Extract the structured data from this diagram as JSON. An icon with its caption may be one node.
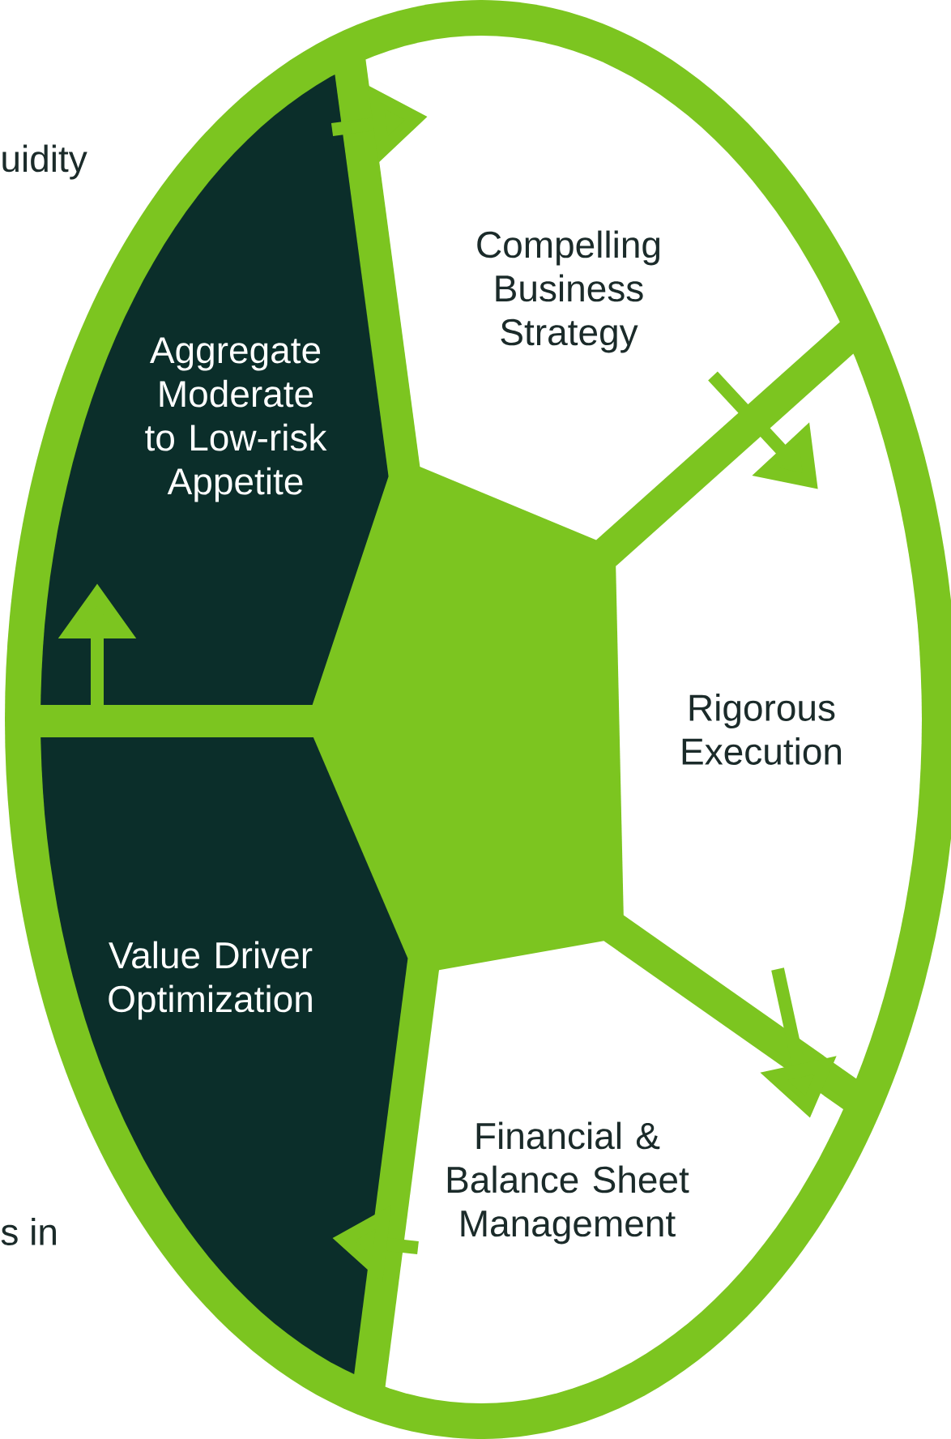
{
  "diagram": {
    "nodes": [
      {
        "text": [
          "Aggregate Moderate to Low-risk Appetite"
        ]
      },
      {
        "text": [
          "Compelling Business Strategy"
        ]
      },
      {
        "text": [
          "Rigorous Execution"
        ]
      },
      {
        "text": [
          "Financial & Balance Sheet Management"
        ]
      },
      {
        "text": [
          "Value Driver Optimization"
        ]
      }
    ],
    "edges": [
      {
        "from": 0,
        "to": 1,
        "arrow": "to"
      },
      {
        "from": 1,
        "to": 2,
        "arrow": "to"
      },
      {
        "from": 2,
        "to": 3,
        "arrow": "to"
      },
      {
        "from": 3,
        "to": 4,
        "arrow": "to"
      },
      {
        "from": 4,
        "to": 0,
        "arrow": "to"
      }
    ],
    "labels": [
      "uidity",
      "s in"
    ]
  }
}
